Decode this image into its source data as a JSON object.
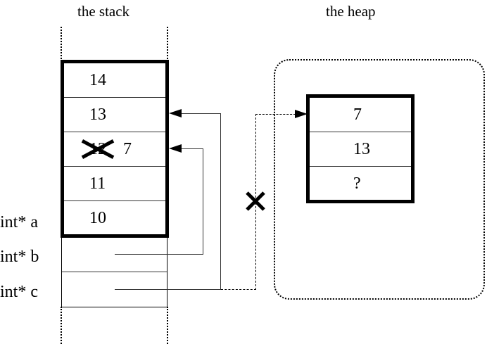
{
  "diagram": {
    "stack": {
      "title": "the stack",
      "frame_cells": [
        {
          "value": "14"
        },
        {
          "value": "13"
        },
        {
          "old_value": "12",
          "new_value": "7",
          "struck": true
        },
        {
          "value": "11"
        },
        {
          "value": "10"
        }
      ],
      "variables": [
        {
          "label": "int* a"
        },
        {
          "label": "int* b"
        },
        {
          "label": "int* c"
        }
      ]
    },
    "heap": {
      "title": "the heap",
      "cells": [
        {
          "value": "7"
        },
        {
          "value": "13"
        },
        {
          "value": "?"
        }
      ]
    },
    "marks": {
      "invalid_pointer": "X",
      "struck_value": "X"
    },
    "colors": {
      "ink": "#000000",
      "background": "#ffffff",
      "rule": "#333333"
    }
  }
}
